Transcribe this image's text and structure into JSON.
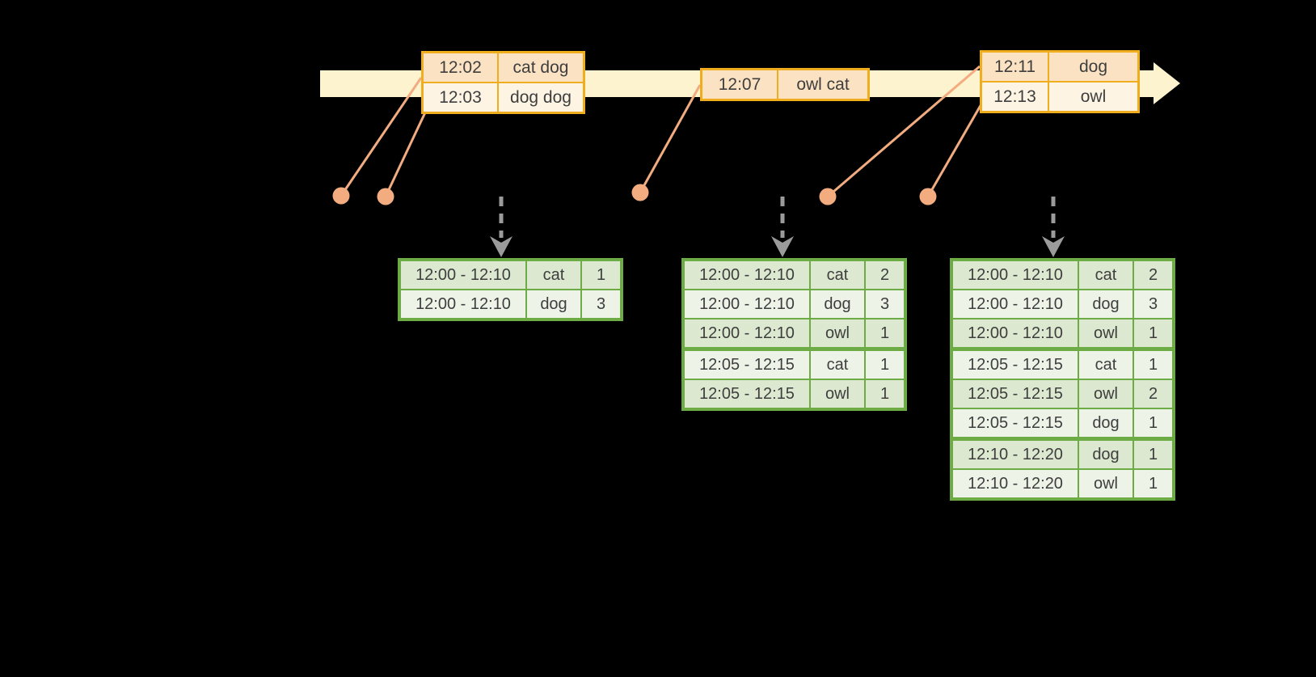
{
  "diagram_title": "streaming-windowed-word-count-timeline",
  "colors": {
    "background": "#000000",
    "timeline_fill": "#FDF3CE",
    "event_table_border": "#F0AD1E",
    "event_row_dark": "#FBE2C3",
    "event_row_light": "#FDF4E4",
    "result_table_border": "#6DAC44",
    "result_row_dark": "#DCE8CF",
    "result_row_light": "#EEF3E8",
    "event_dot_and_line": "#F2AC80",
    "trigger_arrow": "#9B9B9B",
    "text": "#3E3E3E"
  },
  "timeline": {
    "direction": "left-to-right",
    "arrowhead": "right"
  },
  "event_tables": [
    {
      "id": "event-table-1",
      "rows": [
        {
          "time": "12:02",
          "words": "cat dog"
        },
        {
          "time": "12:03",
          "words": "dog dog"
        }
      ]
    },
    {
      "id": "event-table-2",
      "rows": [
        {
          "time": "12:07",
          "words": "owl cat"
        }
      ]
    },
    {
      "id": "event-table-3",
      "rows": [
        {
          "time": "12:11",
          "words": "dog"
        },
        {
          "time": "12:13",
          "words": "owl"
        }
      ]
    }
  ],
  "result_tables": [
    {
      "id": "result-table-1",
      "rows": [
        {
          "window": "12:00 - 12:10",
          "word": "cat",
          "count": "1"
        },
        {
          "window": "12:00 - 12:10",
          "word": "dog",
          "count": "3"
        }
      ]
    },
    {
      "id": "result-table-2",
      "rows": [
        {
          "window": "12:00 - 12:10",
          "word": "cat",
          "count": "2"
        },
        {
          "window": "12:00 - 12:10",
          "word": "dog",
          "count": "3"
        },
        {
          "window": "12:00 - 12:10",
          "word": "owl",
          "count": "1"
        },
        {
          "window": "12:05 - 12:15",
          "word": "cat",
          "count": "1"
        },
        {
          "window": "12:05 - 12:15",
          "word": "owl",
          "count": "1"
        }
      ]
    },
    {
      "id": "result-table-3",
      "rows": [
        {
          "window": "12:00 - 12:10",
          "word": "cat",
          "count": "2"
        },
        {
          "window": "12:00 - 12:10",
          "word": "dog",
          "count": "3"
        },
        {
          "window": "12:00 - 12:10",
          "word": "owl",
          "count": "1"
        },
        {
          "window": "12:05 - 12:15",
          "word": "cat",
          "count": "1"
        },
        {
          "window": "12:05 - 12:15",
          "word": "owl",
          "count": "2"
        },
        {
          "window": "12:05 - 12:15",
          "word": "dog",
          "count": "1"
        },
        {
          "window": "12:10 - 12:20",
          "word": "dog",
          "count": "1"
        },
        {
          "window": "12:10 - 12:20",
          "word": "owl",
          "count": "1"
        }
      ]
    }
  ]
}
